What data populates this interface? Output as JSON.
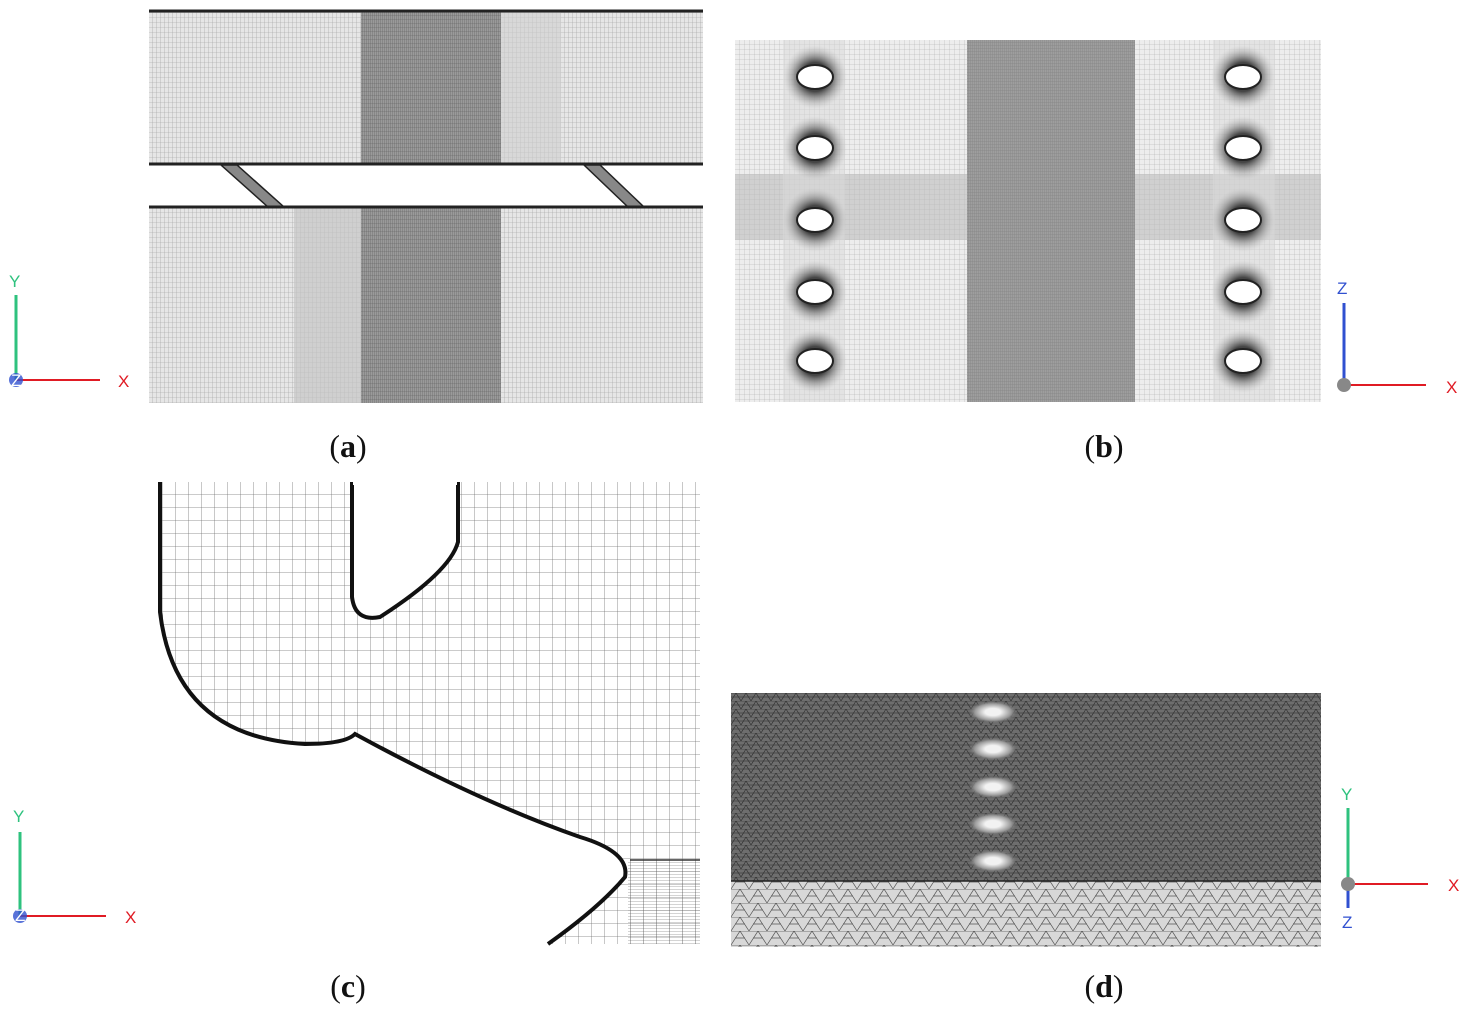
{
  "figure": {
    "panels": [
      {
        "id": "a",
        "caption_open": "(",
        "caption_letter": "a",
        "caption_close": ")",
        "axes": {
          "vertical": "Y",
          "horizontal": "X",
          "origin": "Z"
        }
      },
      {
        "id": "b",
        "caption_open": "(",
        "caption_letter": "b",
        "caption_close": ")",
        "axes": {
          "vertical": "Z",
          "horizontal": "X"
        }
      },
      {
        "id": "c",
        "caption_open": "(",
        "caption_letter": "c",
        "caption_close": ")",
        "axes": {
          "vertical": "Y",
          "horizontal": "X",
          "origin": "Z"
        }
      },
      {
        "id": "d",
        "caption_open": "(",
        "caption_letter": "d",
        "caption_close": ")",
        "axes": {
          "vertical": "Y",
          "horizontal": "X",
          "down": "Z"
        }
      }
    ],
    "colors": {
      "y_axis": "#2ec27e",
      "x_axis": "#e01b24",
      "z_axis": "#3050d0",
      "origin": "#888888"
    }
  }
}
